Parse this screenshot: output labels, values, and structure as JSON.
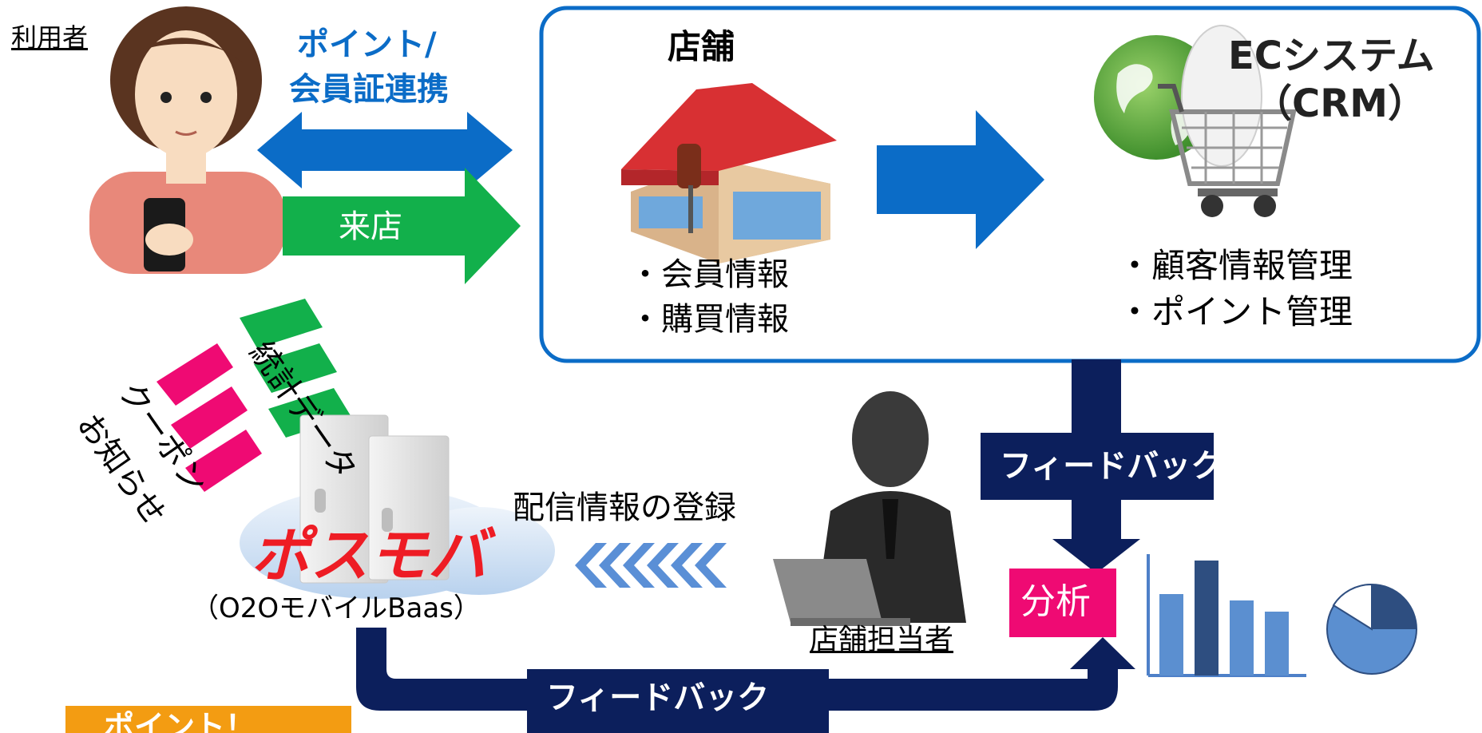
{
  "labels": {
    "user": "利用者",
    "point_link": "ポイント/",
    "member_link": "会員証連携",
    "visit": "来店",
    "store": "店舗",
    "ec_system": "ECシステム",
    "crm": "（CRM）",
    "store_info_1": "・会員情報",
    "store_info_2": "・購買情報",
    "ec_info_1": "・顧客情報管理",
    "ec_info_2": "・ポイント管理",
    "stats_data": "統計データ",
    "coupon": "クーポン",
    "notice": "お知らせ",
    "feedback_top": "フィードバック",
    "dist_register": "配信情報の登録",
    "posmoba": "ポスモバ",
    "posmoba_sub": "（O2OモバイルBaas）",
    "analysis": "分析",
    "staff": "店舗担当者",
    "feedback_bottom": "フィードバック",
    "point_badge": "ポイント！"
  },
  "colors": {
    "blue": "#0b6cc7",
    "green": "#12b04b",
    "navy": "#0c1f5c",
    "pink": "#ef0a73",
    "red": "#ee1c24",
    "orange": "#f39c12",
    "light_blue_chevron": "#5a8fd6"
  },
  "icons": {
    "user": "woman-with-phone-icon",
    "store": "restaurant-building-icon",
    "ec": "globe-shopping-cart-icon",
    "server": "server-cloud-icon",
    "staff": "businessman-laptop-icon",
    "chart": "bar-chart-icon",
    "pie": "pie-chart-icon"
  }
}
